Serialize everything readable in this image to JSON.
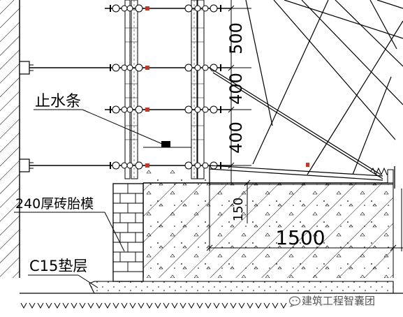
{
  "labels": {
    "waterstop": "止水条",
    "brick_mold": "240厚砖胎模",
    "cushion": "C15垫层"
  },
  "dimensions": {
    "d500": "500",
    "d400_a": "400",
    "d400_b": "400",
    "d150": "150",
    "d1500": "1500"
  },
  "watermark": {
    "text": "建筑工程智囊团",
    "icon": "chat-bubble-icon"
  }
}
